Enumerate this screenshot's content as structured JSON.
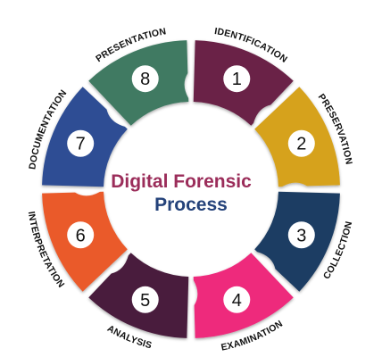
{
  "title": {
    "line1": "Digital Forensic",
    "line2": "Process"
  },
  "steps": [
    {
      "number": "1",
      "label": "IDENTIFICATION",
      "color": "#6b2346"
    },
    {
      "number": "2",
      "label": "PRESERVATION",
      "color": "#d6a21e"
    },
    {
      "number": "3",
      "label": "COLLECTION",
      "color": "#1c3d63"
    },
    {
      "number": "4",
      "label": "EXAMINATION",
      "color": "#ee2a7b"
    },
    {
      "number": "5",
      "label": "ANALYSIS",
      "color": "#4a1d3c"
    },
    {
      "number": "6",
      "label": "INTERPRETATION",
      "color": "#ea5a2a"
    },
    {
      "number": "7",
      "label": "DOCUMENTATION",
      "color": "#2f4e94"
    },
    {
      "number": "8",
      "label": "PRESENTATION",
      "color": "#3f7a62"
    }
  ]
}
